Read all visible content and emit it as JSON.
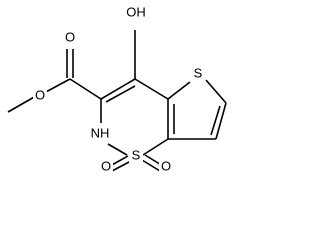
{
  "labels": {
    "hydroxyl": "OH",
    "ester_carbonyl_oxygen": "O",
    "ester_ether_oxygen": "O",
    "thiophene_sulfur": "S",
    "ring_nh": "NH",
    "sulfonyl_sulfur": "S",
    "sulfonyl_oxygen_left": "O",
    "sulfonyl_oxygen_right": "O"
  }
}
